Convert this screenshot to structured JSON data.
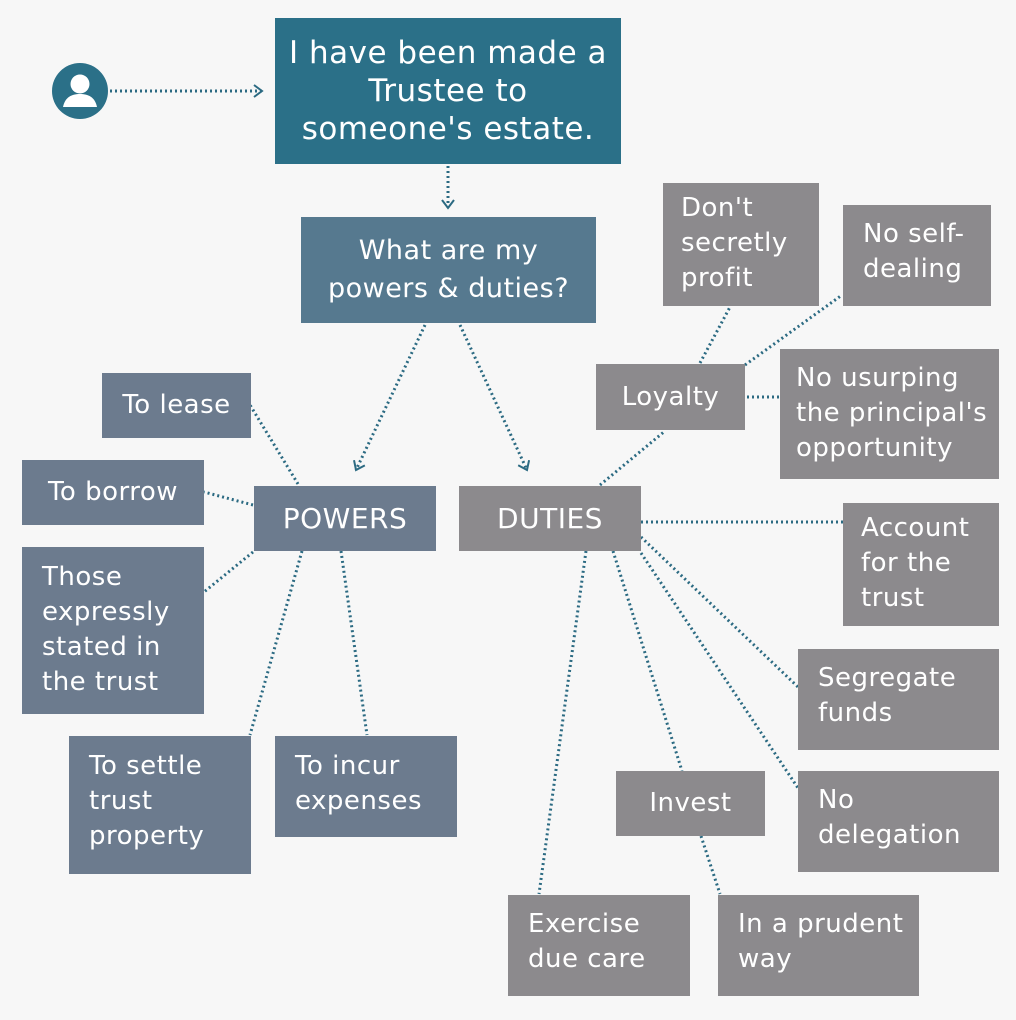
{
  "avatar_icon": "user-avatar-icon",
  "colors": {
    "root": "#2b7088",
    "question": "#56798f",
    "powers": "#6c7b8e",
    "duties": "#8c8a8d",
    "connector": "#2b6a82"
  },
  "root": {
    "label": "I have been made a Trustee to someone's estate."
  },
  "question": {
    "label": "What are my powers & duties?"
  },
  "powers": {
    "label": "POWERS",
    "items": {
      "lease": "To lease",
      "borrow": "To borrow",
      "express": "Those expressly stated in the trust",
      "settle": "To settle trust property",
      "expenses": "To incur expenses"
    }
  },
  "duties": {
    "label": "DUTIES",
    "loyalty": {
      "label": "Loyalty",
      "items": {
        "secret_profit": "Don't secretly profit",
        "self_dealing": "No self-dealing",
        "usurping": "No usurping the principal's opportunity"
      }
    },
    "items": {
      "account": "Account for the trust",
      "segregate": "Segregate funds",
      "delegation": "No delegation",
      "invest": "Invest",
      "prudent": "In a prudent way",
      "due_care": "Exercise due care"
    }
  }
}
